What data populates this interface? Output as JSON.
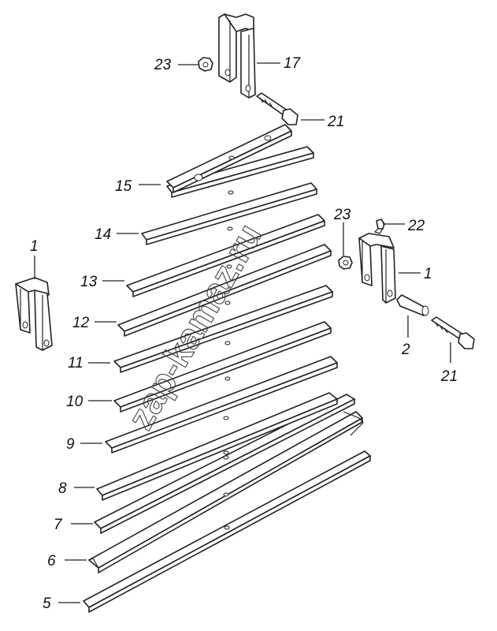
{
  "watermark": "zap-kamaz.ru",
  "callouts": {
    "c23_top": "23",
    "c17": "17",
    "c21_top": "21",
    "c15": "15",
    "c14": "14",
    "c23_right": "23",
    "c22": "22",
    "c1_left": "1",
    "c1_right": "1",
    "c13": "13",
    "c12": "12",
    "c2": "2",
    "c11": "11",
    "c10": "10",
    "c21_right": "21",
    "c9": "9",
    "c8": "8",
    "c7": "7",
    "c6": "6",
    "c5": "5"
  }
}
